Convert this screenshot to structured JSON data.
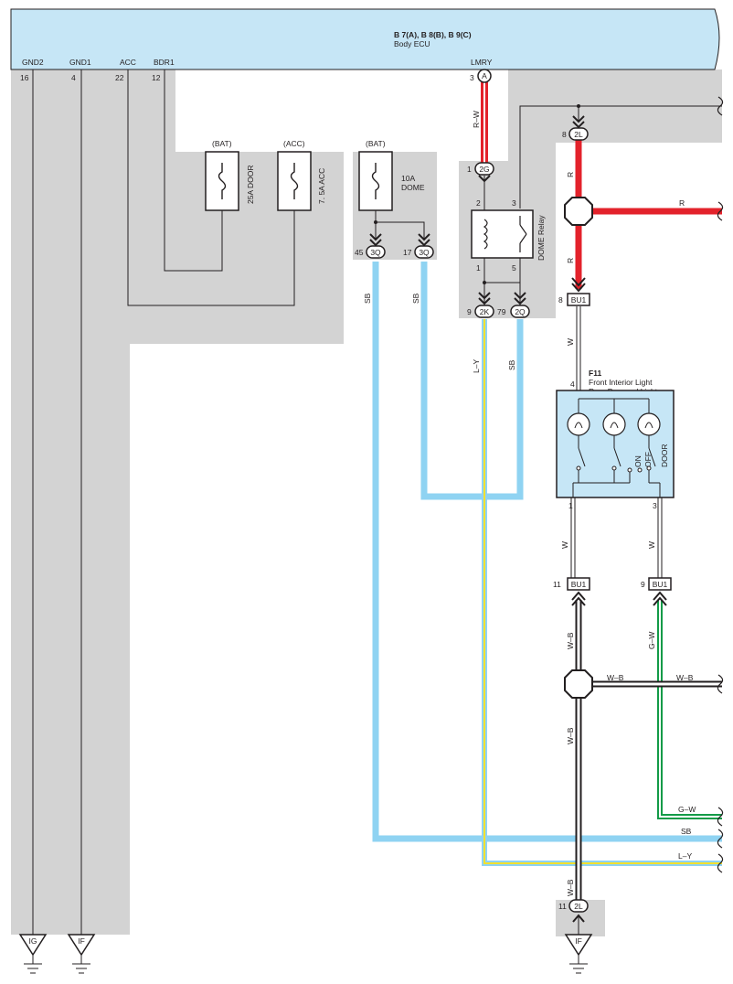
{
  "ecu": {
    "title": "B 7(A), B 8(B), B 9(C)",
    "name": "Body ECU",
    "pins": [
      {
        "label": "GND2",
        "number": "16"
      },
      {
        "label": "GND1",
        "number": "4"
      },
      {
        "label": "ACC",
        "number": "22"
      },
      {
        "label": "BDR1",
        "number": "12"
      },
      {
        "label": "LMRY",
        "number": "3"
      }
    ],
    "lmry_connector": "A"
  },
  "fuses": [
    {
      "source": "(BAT)",
      "name": "25A DOOR"
    },
    {
      "source": "(ACC)",
      "name": "7. 5A ACC"
    },
    {
      "source": "(BAT)",
      "name_line1": "10A",
      "name_line2": "DOME"
    }
  ],
  "relay": {
    "name": "DOME Relay",
    "pins": [
      "2",
      "3",
      "1",
      "5"
    ]
  },
  "connectors": {
    "c2G": {
      "pin": "1",
      "code": "2G"
    },
    "c2L_top": {
      "pin": "8",
      "code": "2L"
    },
    "c3Q_a": {
      "pin": "45",
      "code": "3Q"
    },
    "c3Q_b": {
      "pin": "17",
      "code": "3Q"
    },
    "c2K": {
      "pin": "9",
      "code": "2K"
    },
    "c2Q": {
      "pin": "79",
      "code": "2Q"
    },
    "cBU1_8": {
      "pin": "8",
      "code": "BU1"
    },
    "cBU1_11": {
      "pin": "11",
      "code": "BU1"
    },
    "cBU1_9": {
      "pin": "9",
      "code": "BU1"
    },
    "c2L_bottom": {
      "pin": "11",
      "code": "2L"
    }
  },
  "light": {
    "id": "F11",
    "name1": "Front Interior Light",
    "name2": "Rear Personal Light",
    "pin_top": "4",
    "pin_left": "1",
    "pin_right": "3",
    "switch": [
      "ON",
      "OFF",
      "DOOR"
    ]
  },
  "wires": {
    "rw": "R–W",
    "r1": "R",
    "r2": "R",
    "r3": "R",
    "sb1": "SB",
    "sb2": "SB",
    "sb3": "SB",
    "ly1": "L–Y",
    "w1": "W",
    "w2": "W",
    "w3": "W",
    "wb1": "W–B",
    "wb2": "W–B",
    "wb3": "W–B",
    "wb4": "W–B",
    "wb5": "W–B",
    "gw1": "G–W",
    "gw2": "G–W",
    "sb_out": "SB",
    "ly_out": "L–Y"
  },
  "grounds": [
    "IG",
    "IF",
    "IF"
  ],
  "colors": {
    "ecu_fill": "#c6e6f6",
    "panel_gray": "#d3d3d3",
    "red": "#e3222b",
    "sky_blue": "#8fd3f2",
    "green": "#139b48",
    "yellow": "#f2e02e",
    "light_box": "#c6e6f6"
  }
}
